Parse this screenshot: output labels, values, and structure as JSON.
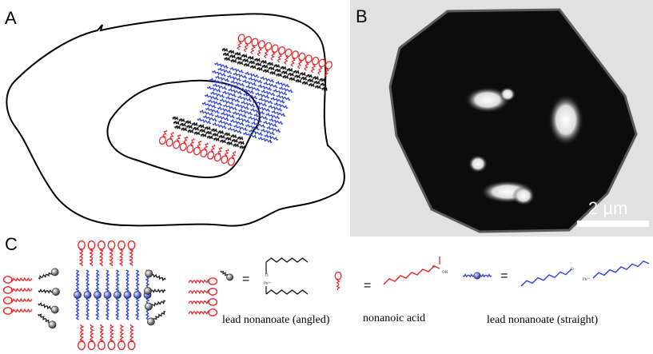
{
  "panels": {
    "a": {
      "label": "A"
    },
    "b": {
      "label": "B",
      "scale_bar": "2 µm"
    },
    "c": {
      "label": "C"
    }
  },
  "legend": {
    "angled": {
      "equals": "=",
      "caption": "lead nonanoate (angled)",
      "atom_o": "O",
      "atom_pb": "Pb²⁺"
    },
    "acid": {
      "equals": "=",
      "caption": "nonanoic acid",
      "atom_o": "O",
      "atom_oh": "OH"
    },
    "straight": {
      "equals": "=",
      "caption": "lead nonanoate (straight)",
      "atom_pb": "Pb²⁺",
      "atom_o": "O"
    }
  },
  "colors": {
    "acid": "#e8262b",
    "angled": "#1a1a1a",
    "straight": "#2b3fd6",
    "head": "#9a9a9a"
  },
  "icons": [
    "nonanoic-acid-icon",
    "lead-nonanoate-angled-icon",
    "lead-nonanoate-straight-icon"
  ]
}
